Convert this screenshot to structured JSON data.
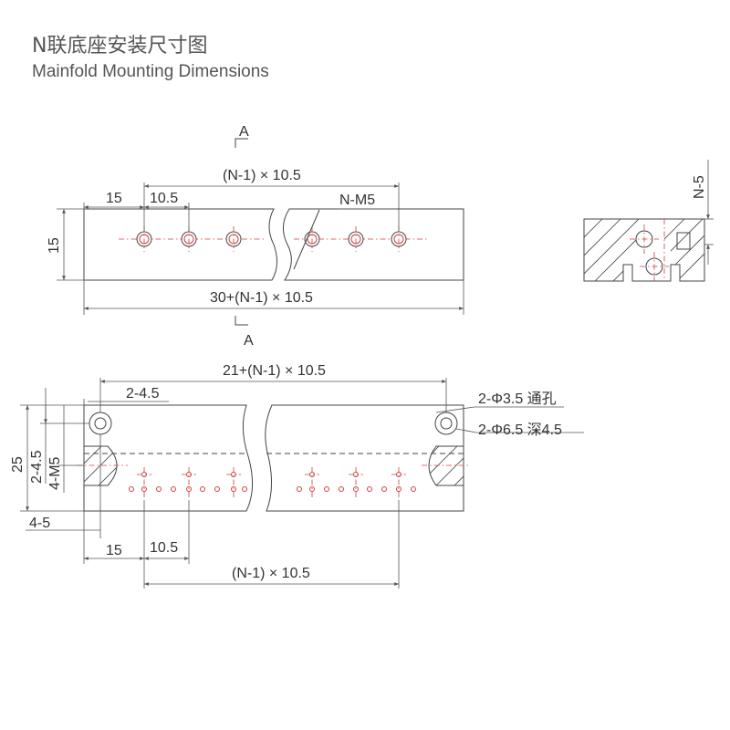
{
  "title": {
    "cn": "N联底座安装尺寸图",
    "en": "Mainfold Mounting Dimensions"
  },
  "top_view": {
    "section_label_top": "A",
    "section_label_bottom": "A",
    "dim_pitch_total": "(N-1) × 10.5",
    "dim_offset": "15",
    "dim_pitch": "10.5",
    "dim_thread": "N-M5",
    "dim_height": "15",
    "dim_length": "30+(N-1) × 10.5"
  },
  "side_section": {
    "dim_label": "N-5"
  },
  "bottom_view": {
    "dim_mount_spacing": "21+(N-1) × 10.5",
    "dim_hole_offset": "2-4.5",
    "dim_through_hole": "2-Φ3.5 通孔",
    "dim_counterbore": "2-Φ6.5 深4.5",
    "dim_height_total": "25",
    "dim_side_offset": "2-4.5",
    "dim_side_thread": "4-M5",
    "dim_edge": "4-5",
    "dim_offset": "15",
    "dim_pitch": "10.5",
    "dim_pitch_total": "(N-1) × 10.5"
  },
  "colors": {
    "line": "#444444",
    "centerline": "#d04040",
    "text": "#333333"
  }
}
